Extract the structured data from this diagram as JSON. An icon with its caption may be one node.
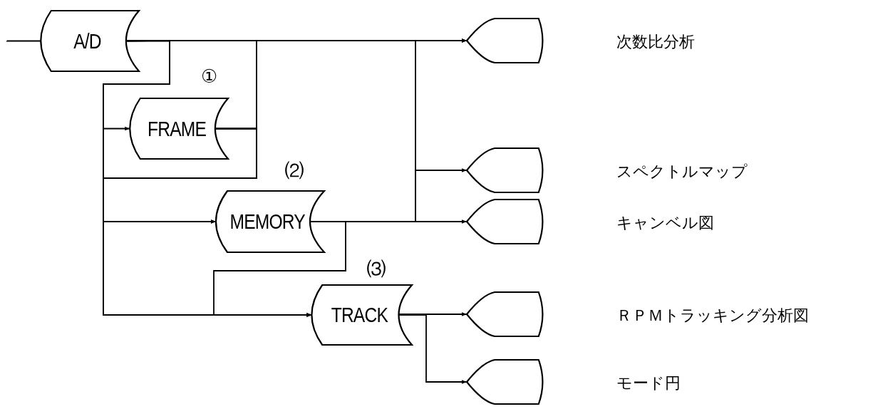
{
  "diagram": {
    "nodes": [
      {
        "text": [
          "A/D"
        ]
      },
      {
        "text": [
          "FRAME"
        ],
        "beside": [
          "①"
        ]
      },
      {
        "text": [
          "MEMORY"
        ],
        "beside": [
          "⑵"
        ]
      },
      {
        "text": [
          "TRACK"
        ],
        "beside": [
          "⑶"
        ]
      },
      {
        "text": [],
        "shape": "display"
      },
      {
        "text": [],
        "shape": "display"
      },
      {
        "text": [],
        "shape": "display"
      },
      {
        "text": [],
        "shape": "display"
      },
      {
        "text": [],
        "shape": "display"
      }
    ],
    "edges": [
      {
        "from": null,
        "to": 0,
        "arrow": "none"
      },
      {
        "from": 0,
        "to": 4,
        "arrow": "to"
      },
      {
        "from": 0,
        "to": 1,
        "arrow": "to"
      },
      {
        "from": 0,
        "to": 2,
        "arrow": "to"
      },
      {
        "from": 0,
        "to": 3,
        "arrow": "to"
      },
      {
        "from": 1,
        "to": 4,
        "arrow": "to"
      },
      {
        "from": 1,
        "to": 2,
        "arrow": "to"
      },
      {
        "from": 1,
        "to": 3,
        "arrow": "to"
      },
      {
        "from": 2,
        "to": 4,
        "arrow": "to"
      },
      {
        "from": 2,
        "to": 5,
        "arrow": "to"
      },
      {
        "from": 2,
        "to": 6,
        "arrow": "to"
      },
      {
        "from": 2,
        "to": 3,
        "arrow": "to"
      },
      {
        "from": 3,
        "to": 7,
        "arrow": "to"
      },
      {
        "from": 3,
        "to": 8,
        "arrow": "to"
      }
    ],
    "labels": [
      "次数比分析",
      "スペクトルマップ",
      "キャンベル図",
      "ＲＰＭトラッキング分析図",
      "モード円"
    ]
  }
}
